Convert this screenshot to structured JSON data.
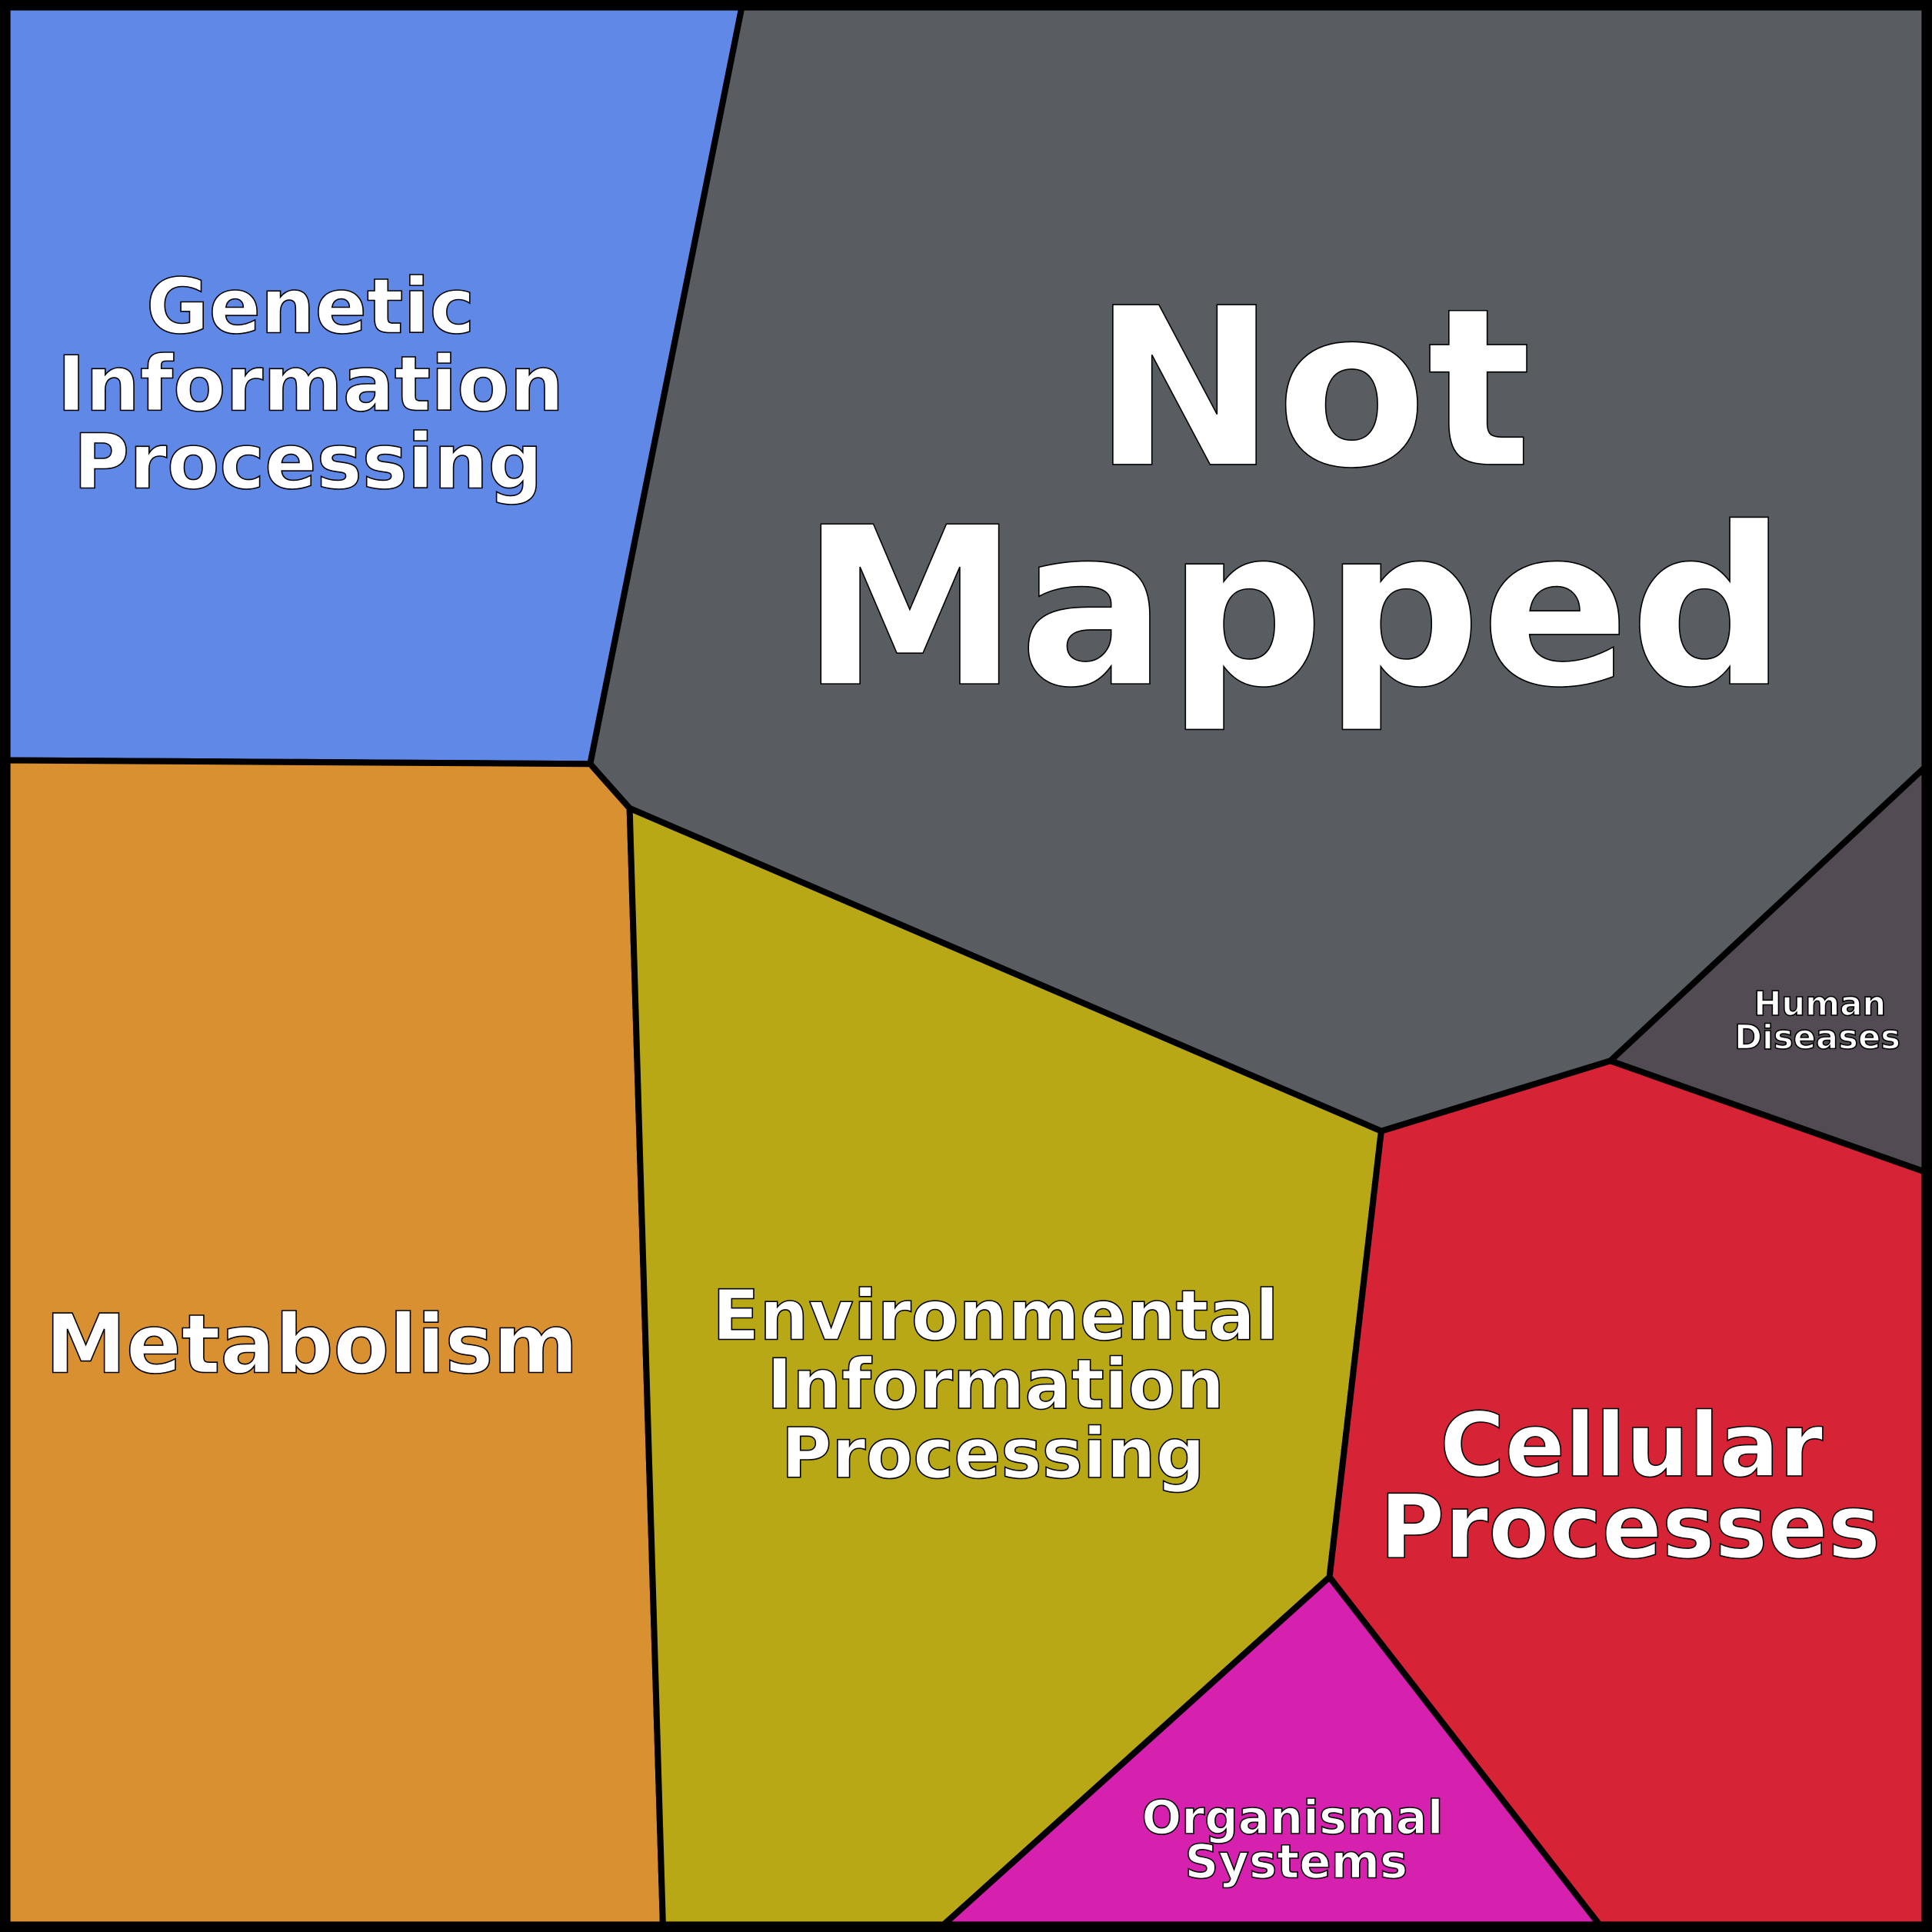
{
  "title": "KEGG category Voronoi treemap",
  "regions": {
    "genetic": {
      "lines": [
        "Genetic",
        "Information",
        "Processing"
      ],
      "color": "#6088E6"
    },
    "not_mapped": {
      "lines": [
        "Not",
        "Mapped"
      ],
      "color": "#595D62"
    },
    "metabolism": {
      "lines": [
        "Metabolism"
      ],
      "color": "#D99030"
    },
    "environmental": {
      "lines": [
        "Environmental",
        "Information",
        "Processing"
      ],
      "color": "#B8A815"
    },
    "human_diseases": {
      "lines": [
        "Human",
        "Diseases"
      ],
      "color": "#534B54"
    },
    "cellular": {
      "lines": [
        "Cellular",
        "Processes"
      ],
      "color": "#D72336"
    },
    "organismal": {
      "lines": [
        "Organismal",
        "Systems"
      ],
      "color": "#D621AF"
    }
  }
}
